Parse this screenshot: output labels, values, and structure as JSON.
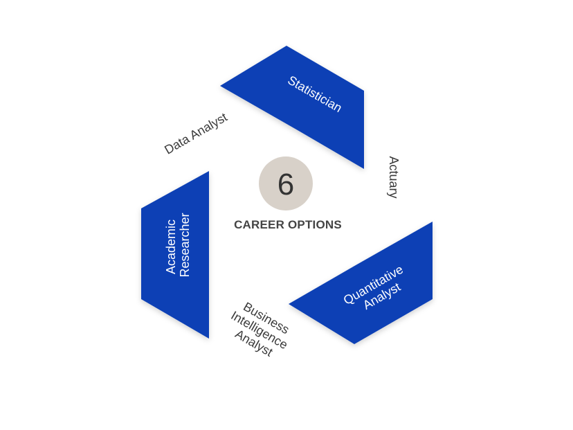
{
  "center": {
    "number": "6",
    "label": "CAREER OPTIONS"
  },
  "panels": [
    {
      "name": "statistician",
      "lines": [
        "Statistician"
      ]
    },
    {
      "name": "quantitative-analyst",
      "lines": [
        "Quantitative",
        "Analyst"
      ]
    },
    {
      "name": "academic-researcher",
      "lines": [
        "Academic",
        "Researcher"
      ]
    }
  ],
  "gap_labels": [
    {
      "name": "data-analyst",
      "lines": [
        "Data Analyst"
      ]
    },
    {
      "name": "actuary",
      "lines": [
        "Actuary"
      ]
    },
    {
      "name": "business-intelligence-analyst",
      "lines": [
        "Business",
        "Intelligence",
        "Analyst"
      ]
    }
  ],
  "colors": {
    "panel_fill": "#0a40b5",
    "circle_fill": "#d8d1c9",
    "gap_text": "#3a3a3a",
    "center_text": "#444444"
  }
}
